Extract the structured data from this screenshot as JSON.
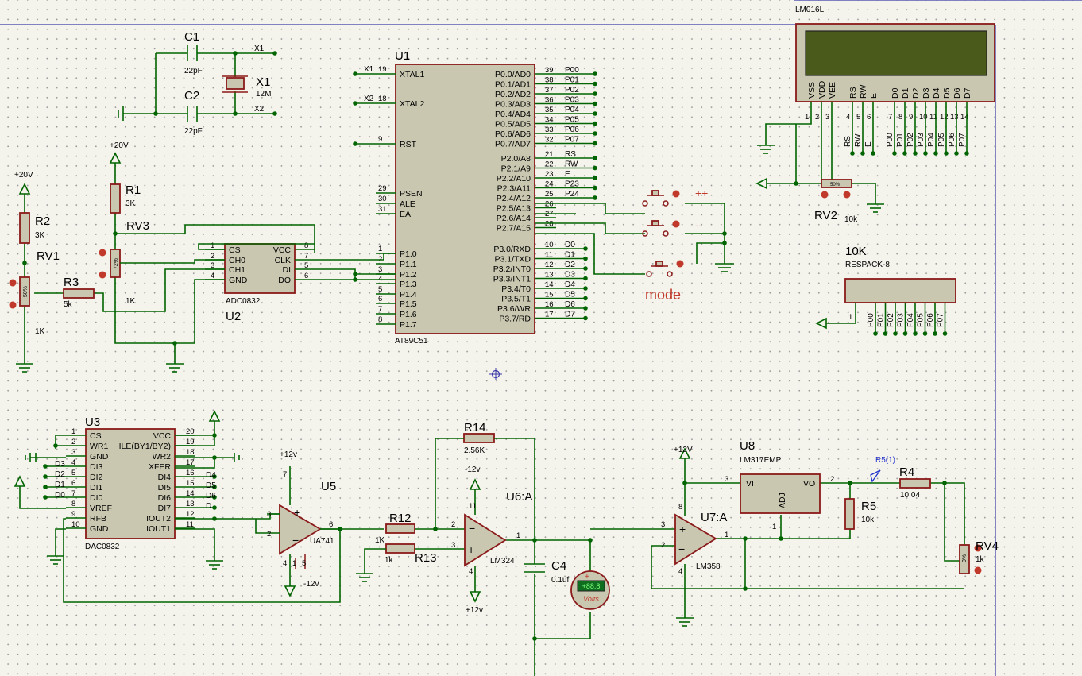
{
  "colors": {
    "wire": "#006400",
    "body": "#c9c7b0",
    "outline": "#8b1a1a",
    "background": "#f5f4ec",
    "lcd": "#4a5a1a"
  },
  "u1": {
    "ref": "U1",
    "part": "AT89C51",
    "left_pins": [
      {
        "num": "19",
        "name": "XTAL1",
        "net": "X1"
      },
      {
        "num": "18",
        "name": "XTAL2",
        "net": "X2"
      },
      {
        "num": "9",
        "name": "RST"
      },
      {
        "num": "29",
        "name": "PSEN"
      },
      {
        "num": "30",
        "name": "ALE"
      },
      {
        "num": "31",
        "name": "EA"
      },
      {
        "num": "1",
        "name": "P1.0"
      },
      {
        "num": "2",
        "name": "P1.1"
      },
      {
        "num": "3",
        "name": "P1.2"
      },
      {
        "num": "4",
        "name": "P1.3"
      },
      {
        "num": "5",
        "name": "P1.4"
      },
      {
        "num": "6",
        "name": "P1.5"
      },
      {
        "num": "7",
        "name": "P1.6"
      },
      {
        "num": "8",
        "name": "P1.7"
      }
    ],
    "p0": [
      {
        "num": "39",
        "name": "P0.0/AD0",
        "net": "P00"
      },
      {
        "num": "38",
        "name": "P0.1/AD1",
        "net": "P01"
      },
      {
        "num": "37",
        "name": "P0.2/AD2",
        "net": "P02"
      },
      {
        "num": "36",
        "name": "P0.3/AD3",
        "net": "P03"
      },
      {
        "num": "35",
        "name": "P0.4/AD4",
        "net": "P04"
      },
      {
        "num": "34",
        "name": "P0.5/AD5",
        "net": "P05"
      },
      {
        "num": "33",
        "name": "P0.6/AD6",
        "net": "P06"
      },
      {
        "num": "32",
        "name": "P0.7/AD7",
        "net": "P07"
      }
    ],
    "p2": [
      {
        "num": "21",
        "name": "P2.0/A8",
        "net": "RS"
      },
      {
        "num": "22",
        "name": "P2.1/A9",
        "net": "RW"
      },
      {
        "num": "23",
        "name": "P2.2/A10",
        "net": "E"
      },
      {
        "num": "24",
        "name": "P2.3/A11",
        "net": "P23"
      },
      {
        "num": "25",
        "name": "P2.4/A12",
        "net": "P24"
      },
      {
        "num": "26",
        "name": "P2.5/A13",
        "net": ""
      },
      {
        "num": "27",
        "name": "P2.6/A14",
        "net": ""
      },
      {
        "num": "28",
        "name": "P2.7/A15",
        "net": ""
      }
    ],
    "p3": [
      {
        "num": "10",
        "name": "P3.0/RXD",
        "net": "D0"
      },
      {
        "num": "11",
        "name": "P3.1/TXD",
        "net": "D1"
      },
      {
        "num": "12",
        "name": "P3.2/INT0",
        "net": "D2"
      },
      {
        "num": "13",
        "name": "P3.3/INT1",
        "net": "D3"
      },
      {
        "num": "14",
        "name": "P3.4/T0",
        "net": "D4"
      },
      {
        "num": "15",
        "name": "P3.5/T1",
        "net": "D5"
      },
      {
        "num": "16",
        "name": "P3.6/WR",
        "net": "D6"
      },
      {
        "num": "17",
        "name": "P3.7/RD",
        "net": "D7"
      }
    ]
  },
  "crystal": {
    "c1": "C1",
    "c1_val": "22pF",
    "c2": "C2",
    "c2_val": "22pF",
    "x1": "X1",
    "x1_val": "12M",
    "net1": "X1",
    "net2": "X2"
  },
  "u2": {
    "ref": "U2",
    "part": "ADC0832",
    "left": [
      {
        "num": "1",
        "name": "CS"
      },
      {
        "num": "2",
        "name": "CH0"
      },
      {
        "num": "3",
        "name": "CH1"
      },
      {
        "num": "4",
        "name": "GND"
      }
    ],
    "right": [
      {
        "num": "8",
        "name": "VCC"
      },
      {
        "num": "7",
        "name": "CLK"
      },
      {
        "num": "5",
        "name": "DI"
      },
      {
        "num": "6",
        "name": "DO"
      }
    ]
  },
  "left_parts": {
    "r1": "R1",
    "r1_val": "3K",
    "r2": "R2",
    "r2_val": "3K",
    "r3": "R3",
    "r3_val": "5k",
    "rv1": "RV1",
    "rv1_val": "1K",
    "rv3": "RV3",
    "rv3_val": "1K",
    "v1": "+20V",
    "v2": "+20V",
    "rv1_pct": "50%",
    "rv3_pct": "72%"
  },
  "lcd": {
    "part": "LM016L",
    "pins": [
      "VSS",
      "VDD",
      "VEE",
      "RS",
      "RW",
      "E",
      "D0",
      "D1",
      "D2",
      "D3",
      "D4",
      "D5",
      "D6",
      "D7"
    ],
    "nums": [
      "1",
      "2",
      "3",
      "4",
      "5",
      "6",
      "7",
      "8",
      "9",
      "10",
      "11",
      "12",
      "13",
      "14"
    ],
    "nets": [
      "RS",
      "RW",
      "E",
      "P00",
      "P01",
      "P02",
      "P03",
      "P04",
      "P05",
      "P06",
      "P07"
    ],
    "rv2": "RV2",
    "rv2_val": "10k",
    "rv2_pct": "50%"
  },
  "buttons": {
    "plus": "++",
    "minus": "--",
    "mode": "mode"
  },
  "respack": {
    "ref": "10K",
    "part": "RESPACK-8",
    "pin1": "1",
    "nets": [
      "P00",
      "P01",
      "P02",
      "P03",
      "P04",
      "P05",
      "P06",
      "P07"
    ]
  },
  "u3": {
    "ref": "U3",
    "part": "DAC0832",
    "left": [
      {
        "num": "1",
        "name": "CS",
        "net": ""
      },
      {
        "num": "2",
        "name": "WR1",
        "net": ""
      },
      {
        "num": "3",
        "name": "GND",
        "net": ""
      },
      {
        "num": "4",
        "name": "DI3",
        "net": "D3"
      },
      {
        "num": "5",
        "name": "DI2",
        "net": "D2"
      },
      {
        "num": "6",
        "name": "DI1",
        "net": "D1"
      },
      {
        "num": "7",
        "name": "DI0",
        "net": "D0"
      },
      {
        "num": "8",
        "name": "VREF",
        "net": ""
      },
      {
        "num": "9",
        "name": "RFB",
        "net": ""
      },
      {
        "num": "10",
        "name": "GND",
        "net": ""
      }
    ],
    "right": [
      {
        "num": "20",
        "name": "VCC",
        "net": ""
      },
      {
        "num": "19",
        "name": "ILE(BY1/BY2)",
        "net": ""
      },
      {
        "num": "18",
        "name": "WR2",
        "net": ""
      },
      {
        "num": "17",
        "name": "XFER",
        "net": ""
      },
      {
        "num": "16",
        "name": "DI4",
        "net": "D4"
      },
      {
        "num": "15",
        "name": "DI5",
        "net": "D5"
      },
      {
        "num": "14",
        "name": "DI6",
        "net": "D6"
      },
      {
        "num": "13",
        "name": "DI7",
        "net": "D"
      },
      {
        "num": "12",
        "name": "IOUT2",
        "net": ""
      },
      {
        "num": "11",
        "name": "IOUT1",
        "net": ""
      }
    ]
  },
  "u5": {
    "ref": "U5",
    "part": "UA741",
    "vp": "+12v",
    "vn": "-12v",
    "pins": [
      "3",
      "2",
      "6",
      "7",
      "4",
      "1",
      "5"
    ]
  },
  "u6": {
    "ref": "U6:A",
    "part": "LM324",
    "vp": "+12v",
    "vn": "-12v",
    "pins": [
      "2",
      "3",
      "1",
      "11",
      "4"
    ]
  },
  "filter": {
    "r12": "R12",
    "r12_val": "1K",
    "r13": "R13",
    "r13_val": "1k",
    "r14": "R14",
    "r14_val": "2.56K",
    "c4": "C4",
    "c4_val": "0.1uf"
  },
  "voltmeter": {
    "reading": "+88.8",
    "unit": "Volts"
  },
  "u7": {
    "ref": "U7:A",
    "part": "LM358",
    "vp": "+12V",
    "pins": [
      "3",
      "2",
      "1",
      "8",
      "4"
    ]
  },
  "u8": {
    "ref": "U8",
    "part": "LM317EMP",
    "vi": "VI",
    "vo": "VO",
    "adj": "ADJ",
    "pins": [
      "3",
      "2",
      "1"
    ],
    "vp": "+12V"
  },
  "output": {
    "r4": "R4",
    "r4_val": "10.04",
    "r5": "R5",
    "r5_val": "10k",
    "probe": "R5(1)",
    "rv4": "RV4",
    "rv4_val": "1k",
    "rv4_pct": "0%"
  }
}
